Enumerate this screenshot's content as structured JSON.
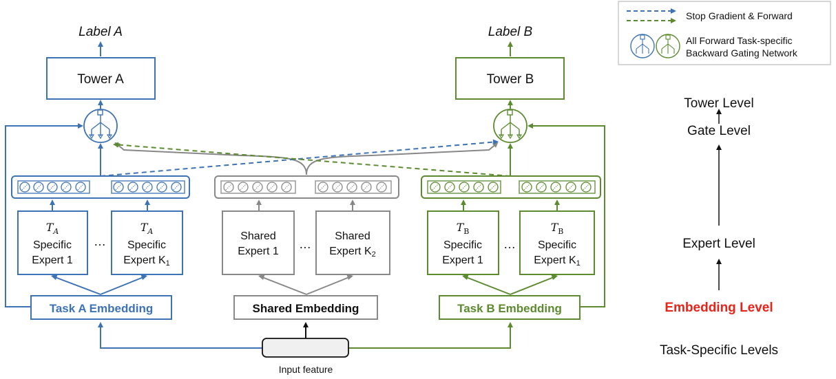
{
  "labels": {
    "label_a": "Label A",
    "label_b": "Label B",
    "input_feature": "Input feature"
  },
  "towers": {
    "a": "Tower A",
    "b": "Tower B"
  },
  "embeddings": {
    "task_a": "Task A Embedding",
    "shared": "Shared Embedding",
    "task_b": "Task B Embedding"
  },
  "experts": {
    "a1": {
      "sym": "T",
      "sub": "A",
      "line1": "Specific",
      "line2": "Expert 1"
    },
    "ak": {
      "sym": "T",
      "sub": "A",
      "line1": "Specific",
      "line2": "Expert K",
      "k": "1"
    },
    "s1": {
      "line1": "Shared",
      "line2": "Expert 1"
    },
    "sk": {
      "line1": "Shared",
      "line2": "Expert K",
      "k": "2"
    },
    "b1": {
      "sym": "T",
      "sub": "B",
      "line1": "Specific",
      "line2": "Expert 1"
    },
    "bk": {
      "sym": "T",
      "sub": "B",
      "line1": "Specific",
      "line2": "Expert K",
      "k": "1"
    },
    "ellipsis": "…"
  },
  "legend": {
    "stop_gradient": "Stop Gradient & Forward",
    "gating_line1": "All Forward Task-specific",
    "gating_line2": "Backward Gating Network"
  },
  "levels": {
    "tower": "Tower Level",
    "gate": "Gate Level",
    "expert": "Expert Level",
    "embedding": "Embedding Level",
    "task_specific": "Task-Specific Levels"
  },
  "colors": {
    "task_a": "#3d72b4",
    "task_b": "#5b8a2f",
    "shared": "#7f7f7f",
    "highlight": "#e8241a"
  }
}
